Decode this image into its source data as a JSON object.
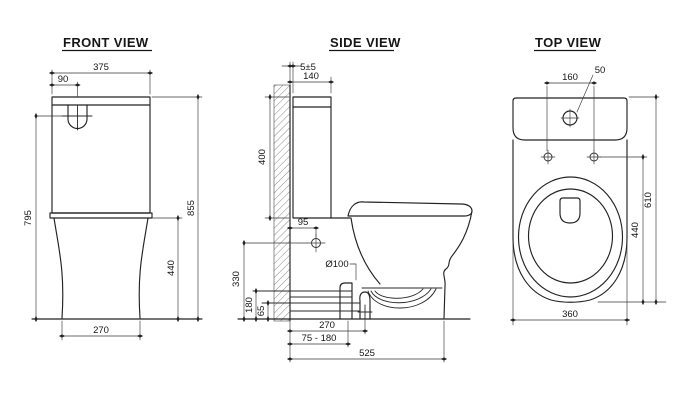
{
  "drawing": {
    "background_color": "#ffffff",
    "line_color": "#232323",
    "text_color": "#161616",
    "subject": "toilet dimensional drawing"
  },
  "views": {
    "front": {
      "title": "FRONT VIEW",
      "dims": {
        "total_width": "375",
        "button_offset": "90",
        "button_height": "795",
        "total_height": "855",
        "bowl_height": "440",
        "base_width": "270"
      }
    },
    "side": {
      "title": "SIDE VIEW",
      "dims": {
        "wall_gap": "5±5",
        "tank_depth": "140",
        "tank_height": "400",
        "inlet_offset": "95",
        "outlet_diameter": "Ø100",
        "inlet_height": "330",
        "inlet_mid_height": "180",
        "inlet_low_height": "65",
        "trap_distance": "270",
        "rough_in": "75 - 180",
        "total_depth": "525"
      }
    },
    "top": {
      "title": "TOP VIEW",
      "dims": {
        "hinge_hole_spacing": "160",
        "button_diameter": "50",
        "total_length": "610",
        "bowl_length": "440",
        "total_width": "360"
      }
    }
  }
}
